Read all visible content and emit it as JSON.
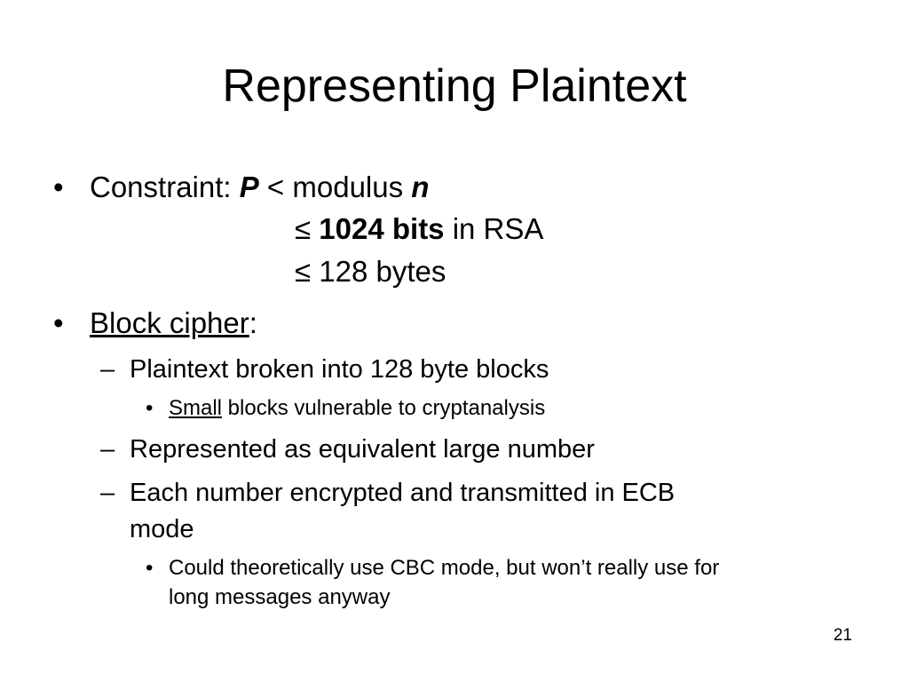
{
  "slide": {
    "title": "Representing Plaintext",
    "bullet_glyph": "•",
    "dash_glyph": "–",
    "constraint": {
      "label": "Constraint: ",
      "var_p": "P",
      "lt": " < modulus ",
      "var_n": "n",
      "line2_leq": "≤ ",
      "line2_bold": "1024 bits",
      "line2_rest": " in RSA",
      "line3": "≤ 128 bytes"
    },
    "block_cipher": {
      "label": "Block cipher",
      "colon": ":"
    },
    "sub1": "Plaintext broken into 128 byte blocks",
    "sub1_note": {
      "underlined": "Small",
      "rest": " blocks vulnerable to cryptanalysis"
    },
    "sub2": "Represented as equivalent large number",
    "sub3": {
      "line1": "Each number encrypted and transmitted in ECB",
      "line2": "mode"
    },
    "sub3_note": {
      "line1": "Could theoretically use CBC mode, but won’t really use for",
      "line2": "long messages anyway"
    },
    "page_number": "21"
  }
}
